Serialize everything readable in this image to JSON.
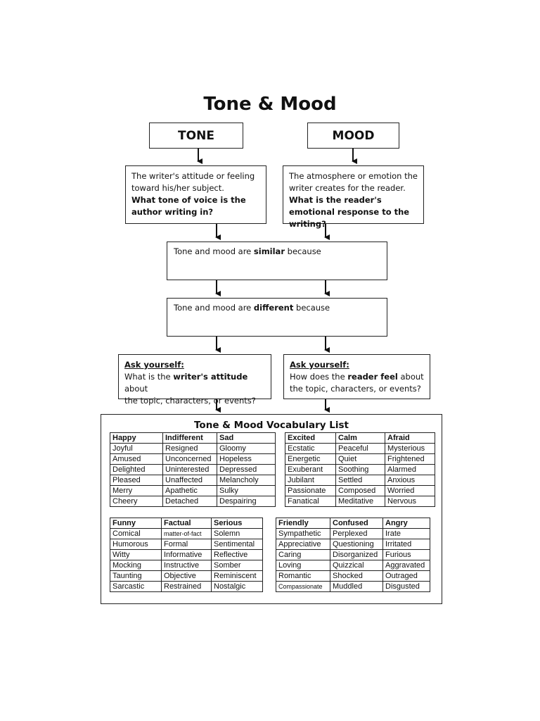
{
  "title": "Tone & Mood",
  "tone": {
    "heading": "TONE",
    "definition": "The writer's attitude or feeling toward his/her subject.",
    "question": "What tone of voice is the author writing in?"
  },
  "mood": {
    "heading": "MOOD",
    "definition": "The atmosphere or emotion the writer creates for the reader.",
    "question": "What is the reader's emotional response to the writing?"
  },
  "similar": {
    "before": "Tone and mood are ",
    "emph": "similar",
    "after": " because"
  },
  "different": {
    "before": "Tone and mood are ",
    "emph": "different",
    "after": " because"
  },
  "ask_tone": {
    "label": "Ask yourself:",
    "line1_before": "What is the ",
    "line1_emph": "writer's attitude",
    "line1_after": " about",
    "line2": "the topic, characters, or events?"
  },
  "ask_mood": {
    "label": "Ask yourself:",
    "line1_before": "How does the ",
    "line1_emph": "reader feel",
    "line1_after": " about",
    "line2": "the topic, characters, or events?"
  },
  "vocab": {
    "title": "Tone & Mood Vocabulary List",
    "tables": [
      {
        "headers": [
          "Happy",
          "Indifferent",
          "Sad"
        ],
        "rows": [
          [
            "Joyful",
            "Resigned",
            "Gloomy"
          ],
          [
            "Amused",
            "Unconcerned",
            "Hopeless"
          ],
          [
            "Delighted",
            "Uninterested",
            "Depressed"
          ],
          [
            "Pleased",
            "Unaffected",
            "Melancholy"
          ],
          [
            "Merry",
            "Apathetic",
            "Sulky"
          ],
          [
            "Cheery",
            "Detached",
            "Despairing"
          ]
        ]
      },
      {
        "headers": [
          "Excited",
          "Calm",
          "Afraid"
        ],
        "rows": [
          [
            "Ecstatic",
            "Peaceful",
            "Mysterious"
          ],
          [
            "Energetic",
            "Quiet",
            "Frightened"
          ],
          [
            "Exuberant",
            "Soothing",
            "Alarmed"
          ],
          [
            "Jubilant",
            "Settled",
            "Anxious"
          ],
          [
            "Passionate",
            "Composed",
            "Worried"
          ],
          [
            "Fanatical",
            "Meditative",
            "Nervous"
          ]
        ]
      },
      {
        "headers": [
          "Funny",
          "Factual",
          "Serious"
        ],
        "rows": [
          [
            "Comical",
            "matter-of-fact",
            "Solemn"
          ],
          [
            "Humorous",
            "Formal",
            "Sentimental"
          ],
          [
            "Witty",
            "Informative",
            "Reflective"
          ],
          [
            "Mocking",
            "Instructive",
            "Somber"
          ],
          [
            "Taunting",
            "Objective",
            "Reminiscent"
          ],
          [
            "Sarcastic",
            "Restrained",
            "Nostalgic"
          ]
        ]
      },
      {
        "headers": [
          "Friendly",
          "Confused",
          "Angry"
        ],
        "rows": [
          [
            "Sympathetic",
            "Perplexed",
            "Irate"
          ],
          [
            "Appreciative",
            "Questioning",
            "Irritated"
          ],
          [
            "Caring",
            "Disorganized",
            "Furious"
          ],
          [
            "Loving",
            "Quizzical",
            "Aggravated"
          ],
          [
            "Romantic",
            "Shocked",
            "Outraged"
          ],
          [
            "Compassionate",
            "Muddled",
            "Disgusted"
          ]
        ]
      }
    ]
  }
}
